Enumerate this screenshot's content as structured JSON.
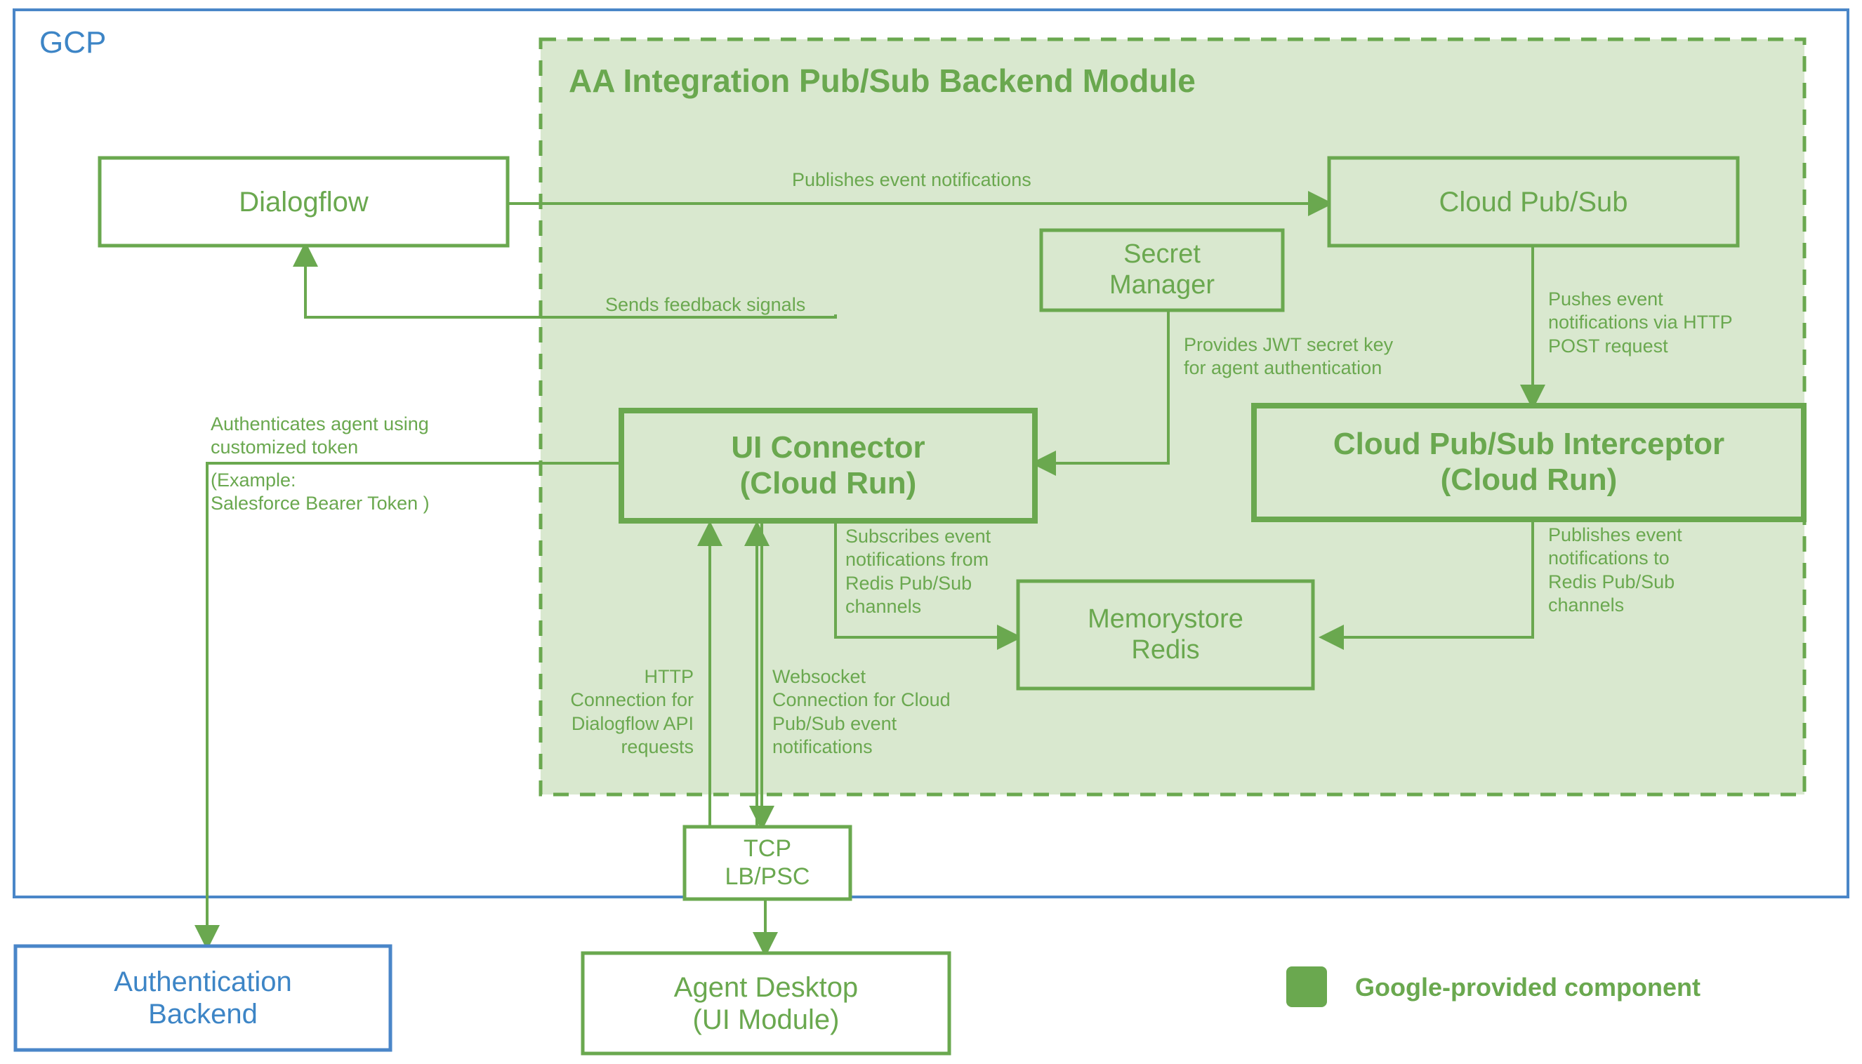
{
  "diagram": {
    "title": "AA Integration Pub/Sub Backend Module",
    "cloud_label": "GCP",
    "colors": {
      "green": "#6AA84F",
      "green_fill": "#D9E8CF",
      "blue": "#3D85C6",
      "white": "#FFFFFF"
    }
  },
  "nodes": {
    "dialogflow": {
      "label": "Dialogflow"
    },
    "cloud_pubsub": {
      "label": "Cloud Pub/Sub"
    },
    "secret_manager": {
      "line1": "Secret",
      "line2": "Manager"
    },
    "ui_connector": {
      "line1": "UI Connector",
      "line2": "(Cloud Run)"
    },
    "interceptor": {
      "line1": "Cloud Pub/Sub Interceptor",
      "line2": "(Cloud Run)"
    },
    "memorystore": {
      "line1": "Memorystore",
      "line2": "Redis"
    },
    "tcp_lb": {
      "line1": "TCP",
      "line2": "LB/PSC"
    },
    "agent_desktop": {
      "line1": "Agent Desktop",
      "line2": "(UI Module)"
    },
    "auth_backend": {
      "line1": "Authentication",
      "line2": "Backend"
    }
  },
  "edge_labels": {
    "publishes_event_notifications": "Publishes event notifications",
    "sends_feedback_signals": "Sends feedback signals",
    "provides_jwt": "Provides JWT secret key\nfor agent authentication",
    "pushes_event_http": "Pushes event\nnotifications via HTTP\nPOST request",
    "publishes_to_redis": "Publishes event\nnotifications to\nRedis Pub/Sub\nchannels",
    "subscribes_from_redis": "Subscribes event\nnotifications from\nRedis Pub/Sub\nchannels",
    "http_connection": "HTTP\nConnection for\nDialogflow API\nrequests",
    "websocket_connection": "Websocket\nConnection for Cloud\nPub/Sub event\nnotifications",
    "authenticates_agent": "Authenticates agent using\ncustomized token",
    "authenticates_agent_example": "(Example:\nSalesforce Bearer Token )"
  },
  "legend": {
    "swatch_color": "#6AA84F",
    "text": "Google-provided component"
  }
}
